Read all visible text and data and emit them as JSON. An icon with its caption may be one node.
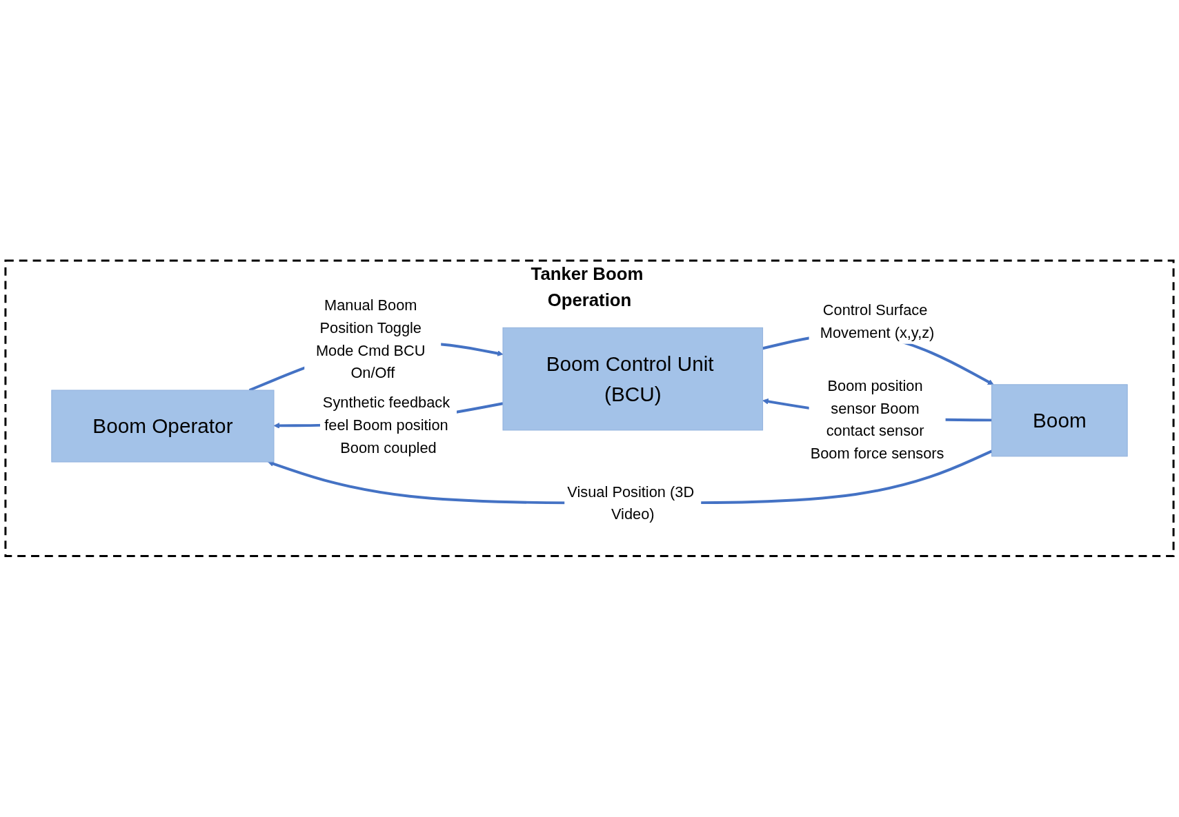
{
  "diagram": {
    "nodes": [
      {
        "text": [
          "Tanker Boom Operation"
        ]
      },
      {
        "text": [
          "Boom Operator"
        ],
        "in": 0
      },
      {
        "text": [
          "Boom Control Unit (BCU)"
        ],
        "in": 0
      },
      {
        "text": [
          "Boom"
        ],
        "in": 0
      }
    ],
    "edges": [
      {
        "from": 1,
        "to": 2,
        "arrow": "to",
        "label": "Manual Boom Position Toggle Mode Cmd BCU On/Off"
      },
      {
        "from": 2,
        "to": 1,
        "arrow": "to",
        "label": "Synthetic feedback feel Boom position Boom coupled"
      },
      {
        "from": 2,
        "to": 3,
        "arrow": "to",
        "label": "Control Surface Movement (x,y,z)"
      },
      {
        "from": 3,
        "to": 2,
        "arrow": "to",
        "label": "Boom position sensor Boom contact sensor Boom force sensors"
      },
      {
        "from": 3,
        "to": 1,
        "arrow": "to",
        "label": "Visual Position (3D Video)"
      }
    ]
  }
}
